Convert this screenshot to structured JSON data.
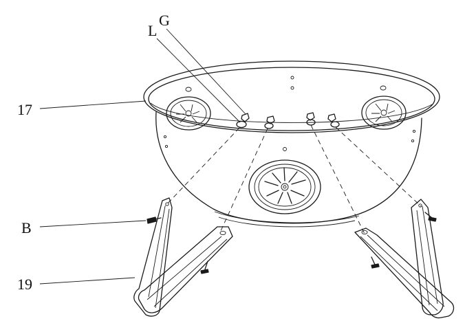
{
  "callouts": {
    "G": "G",
    "L": "L",
    "part17": "17",
    "B": "B",
    "part19": "19"
  }
}
